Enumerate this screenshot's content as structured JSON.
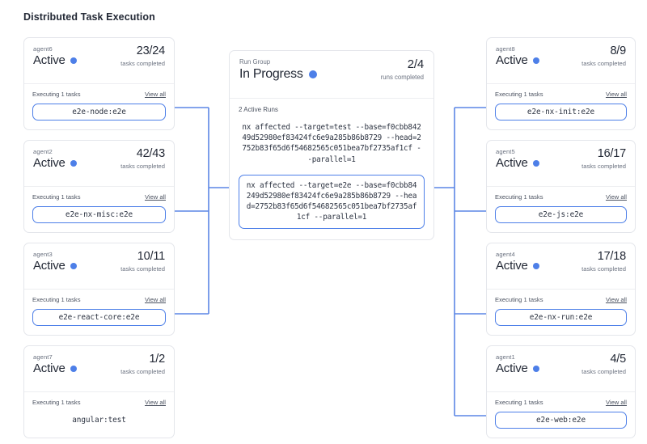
{
  "page": {
    "title": "Distributed Task Execution"
  },
  "labels": {
    "executing": "Executing 1 tasks",
    "view_all": "View all",
    "tasks_completed": "tasks completed",
    "runs_completed": "runs completed"
  },
  "colors": {
    "accent": "#4d7fe8",
    "wire": "#5b86e5",
    "card_border": "#e4e6eb",
    "text": "#232936",
    "muted": "#6b7280"
  },
  "run_group": {
    "title": "Run Group",
    "status": "In Progress",
    "status_dot": "blue",
    "count": "2/4",
    "count_sub": "runs completed",
    "active_runs_label": "2 Active Runs",
    "runs": [
      {
        "command": "nx affected --target=test --base=f0cbb84249d52980ef83424fc6e9a285b86b8729 --head=2752b83f65d6f54682565c051bea7bf2735af1cf --parallel=1",
        "highlighted": false
      },
      {
        "command": "nx affected --target=e2e --base=f0cbb84249d52980ef83424fc6e9a285b86b8729 --head=2752b83f65d6f54682565c051bea7bf2735af1cf --parallel=1",
        "highlighted": true
      }
    ]
  },
  "left_agents": [
    {
      "name": "agent6",
      "status": "Active",
      "count": "23/24",
      "task": "e2e-node:e2e",
      "connected": true
    },
    {
      "name": "agent2",
      "status": "Active",
      "count": "42/43",
      "task": "e2e-nx-misc:e2e",
      "connected": true
    },
    {
      "name": "agent3",
      "status": "Active",
      "count": "10/11",
      "task": "e2e-react-core:e2e",
      "connected": true
    },
    {
      "name": "agent7",
      "status": "Active",
      "count": "1/2",
      "task": "angular:test",
      "connected": false
    }
  ],
  "right_agents": [
    {
      "name": "agent8",
      "status": "Active",
      "count": "8/9",
      "task": "e2e-nx-init:e2e",
      "connected": true
    },
    {
      "name": "agent5",
      "status": "Active",
      "count": "16/17",
      "task": "e2e-js:e2e",
      "connected": true
    },
    {
      "name": "agent4",
      "status": "Active",
      "count": "17/18",
      "task": "e2e-nx-run:e2e",
      "connected": true
    },
    {
      "name": "agent1",
      "status": "Active",
      "count": "4/5",
      "task": "e2e-web:e2e",
      "connected": true
    }
  ]
}
